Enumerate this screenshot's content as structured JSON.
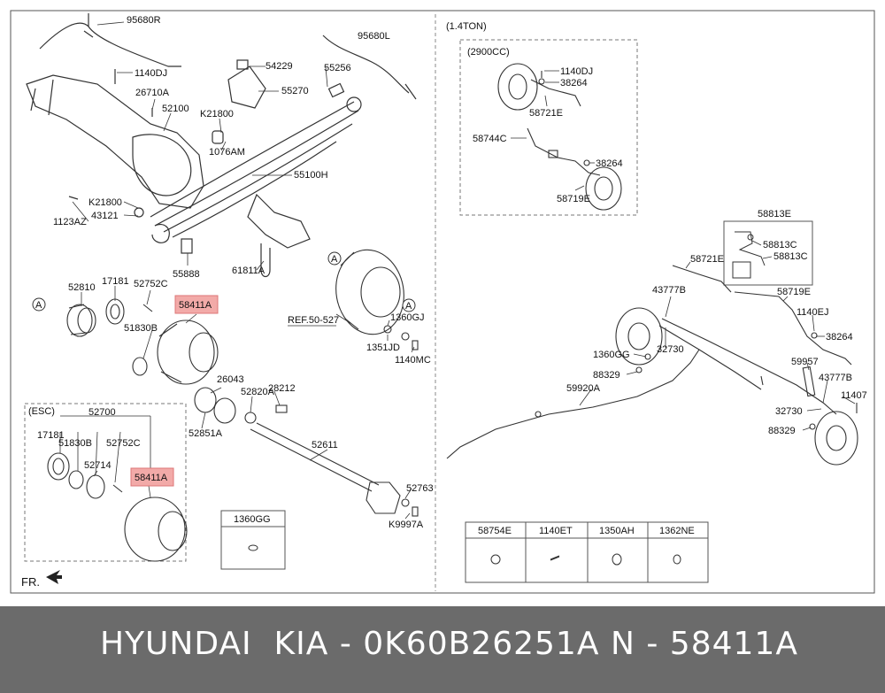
{
  "labels": {
    "p95680R": "95680R",
    "p95680L": "95680L",
    "p1140DJ_a": "1140DJ",
    "p54229": "54229",
    "p55256": "55256",
    "p26710A": "26710A",
    "p52100": "52100",
    "p55270": "55270",
    "pK21800_a": "K21800",
    "p1076AM": "1076AM",
    "p55100H": "55100H",
    "pK21800_b": "K21800",
    "p43121": "43121",
    "p1123AZ": "1123AZ",
    "p55888": "55888",
    "p61811A": "61811A",
    "p52810": "52810",
    "p17181_a": "17181",
    "p52752C_a": "52752C",
    "p58411A_a": "58411A",
    "p51830B_a": "51830B",
    "pREF": "REF.50-527",
    "p1360GJ": "1360GJ",
    "p1351JD": "1351JD",
    "p1140MC": "1140MC",
    "p26043": "26043",
    "p52820A": "52820A",
    "p28212": "28212",
    "p52851A": "52851A",
    "pESC": "(ESC)",
    "p52700": "52700",
    "p17181_b": "17181",
    "p51830B_b": "51830B",
    "p52752C_b": "52752C",
    "p52714": "52714",
    "p58411A_b": "58411A",
    "p52611": "52611",
    "p52763": "52763",
    "pK9997A": "K9997A",
    "p1360GG_box": "1360GG",
    "pFR": "FR.",
    "p1_4TON": "(1.4TON)",
    "p2900CC": "(2900CC)",
    "p1140DJ_b": "1140DJ",
    "p38264_a": "38264",
    "p58721E_a": "58721E",
    "p58744C": "58744C",
    "p38264_b": "38264",
    "p58719E_a": "58719E",
    "p58813E": "58813E",
    "p58813C_a": "58813C",
    "p58813C_b": "58813C",
    "p58721E_b": "58721E",
    "p43777B_a": "43777B",
    "p58719E_b": "58719E",
    "p1140EJ": "1140EJ",
    "p38264_c": "38264",
    "p1360GG": "1360GG",
    "p32730_a": "32730",
    "p88329_a": "88329",
    "p59957": "59957",
    "p59920A": "59920A",
    "p43777B_b": "43777B",
    "p11407": "11407",
    "p32730_b": "32730",
    "p88329_b": "88329",
    "circleA": "A"
  },
  "parts_table": {
    "headers": [
      "58754E",
      "1140ET",
      "1350AH",
      "1362NE"
    ]
  },
  "footer": {
    "brand": "HYUNDAI  KIA - 0K60B26251A",
    "code": "N - 58411A"
  },
  "colors": {
    "highlight": "#f2aaa8",
    "footer_bg": "#6b6b6b"
  }
}
